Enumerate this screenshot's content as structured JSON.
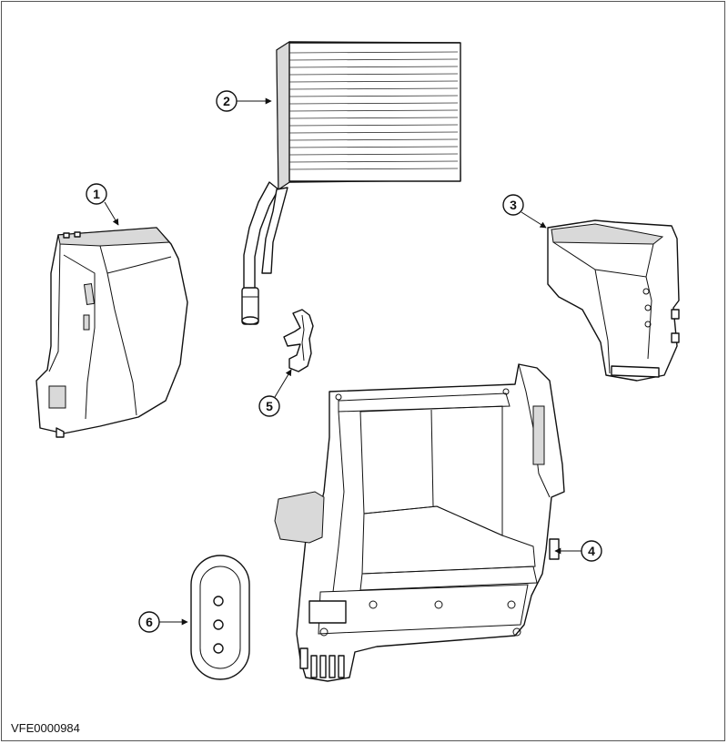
{
  "reference_code": "VFE0000984",
  "callouts": [
    {
      "id": 1,
      "label": "1"
    },
    {
      "id": 2,
      "label": "2"
    },
    {
      "id": 3,
      "label": "3"
    },
    {
      "id": 4,
      "label": "4"
    },
    {
      "id": 5,
      "label": "5"
    },
    {
      "id": 6,
      "label": "6"
    }
  ]
}
